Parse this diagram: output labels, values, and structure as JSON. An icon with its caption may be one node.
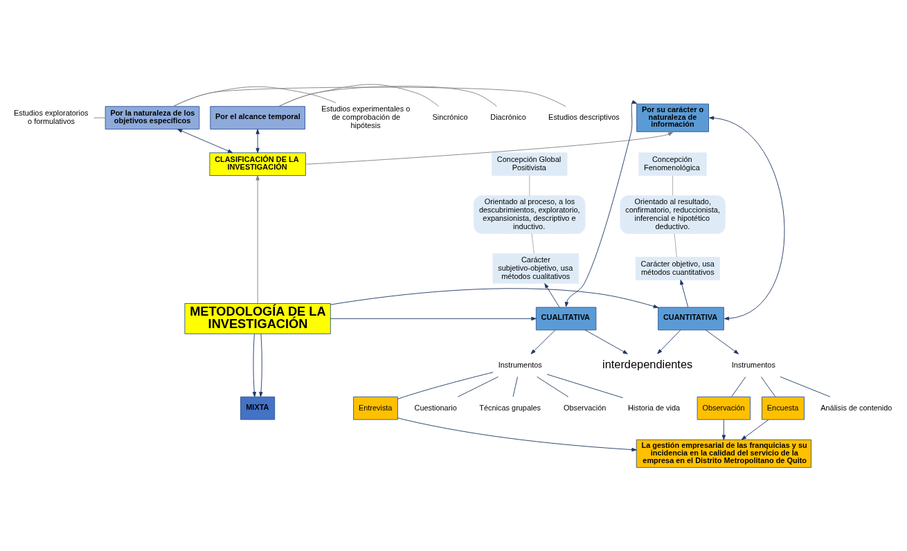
{
  "diagram": {
    "nodes": [
      {
        "text": [
          "Estudios exploratorios o formulativos"
        ]
      },
      {
        "text": [
          "Estudios descriptivos"
        ]
      },
      {
        "text": [
          "Estudios experimentales o de comprobación de hipótesis"
        ]
      },
      {
        "text": [
          "Por la naturaleza de los objetivos específicos"
        ]
      },
      {
        "text": [
          "Por el alcance temporal"
        ]
      },
      {
        "text": [
          "Sincrónico"
        ]
      },
      {
        "text": [
          "Diacrónico"
        ]
      },
      {
        "text": [
          "Por su carácter o naturaleza de información"
        ]
      },
      {
        "text": [
          "Concepción Global Positivista"
        ]
      },
      {
        "text": [
          "CLASIFICACIÓN DE LA INVESTIGACIÓN"
        ]
      },
      {
        "text": [
          "Concepción Fenomenológica"
        ]
      },
      {
        "text": [
          "Orientado al proceso, a los descubrimientos, exploratorio, expansionista, descriptivo e inductivo."
        ]
      },
      {
        "text": [
          "Orientado al resultado, confirmatorio, reduccionista, inferencial e hipotético deductivo."
        ]
      },
      {
        "text": [
          "Carácter subjetivo-objetivo, usa métodos cualitativos"
        ]
      },
      {
        "text": [
          "Carácter objetivo, usa métodos cuantitativos"
        ]
      },
      {
        "text": [
          "CUALITATIVA"
        ]
      },
      {
        "text": [
          "METODOLOGÍA DE LA INVESTIGACIÓN"
        ]
      },
      {
        "text": [
          "CUANTITATIVA"
        ]
      },
      {
        "text": [
          "Instrumentos"
        ]
      },
      {
        "text": [
          "interdependientes"
        ]
      },
      {
        "text": [
          "Instrumentos"
        ]
      },
      {
        "text": [
          "Observación"
        ]
      },
      {
        "text": [
          "Historia de vida"
        ]
      },
      {
        "text": [
          "Entrevista"
        ]
      },
      {
        "text": [
          "Cuestionario"
        ]
      },
      {
        "text": [
          "Técnicas grupales"
        ]
      },
      {
        "text": [
          "MIXTA"
        ]
      },
      {
        "text": [
          "Observación"
        ]
      },
      {
        "text": [
          "Encuesta"
        ]
      },
      {
        "text": [
          "Análisis de contenido"
        ]
      },
      {
        "text": [
          "La gestión empresarial de las franquicias y su incidencia en la calidad del servicio de la empresa en el Distrito Metropolitano de Quito"
        ]
      }
    ],
    "edges": [
      {
        "from": 3,
        "to": 0,
        "arrow": "none",
        "color": "#7f7f7f"
      },
      {
        "from": 3,
        "to": 1,
        "arrow": "none",
        "color": "#7f7f7f"
      },
      {
        "from": 3,
        "to": 2,
        "arrow": "none",
        "color": "#7f7f7f"
      },
      {
        "from": 4,
        "to": 5,
        "arrow": "none",
        "color": "#7f7f7f"
      },
      {
        "from": 4,
        "to": 6,
        "arrow": "none",
        "color": "#7f7f7f"
      },
      {
        "from": 9,
        "to": 3,
        "arrow": "both"
      },
      {
        "from": 9,
        "to": 4,
        "arrow": "both"
      },
      {
        "from": 9,
        "to": 7,
        "arrow": "to",
        "color": "#7f7f7f"
      },
      {
        "from": 16,
        "to": 9,
        "arrow": "to",
        "color": "#7f7f7f"
      },
      {
        "from": 15,
        "to": 7,
        "arrow": "both"
      },
      {
        "from": 17,
        "to": 7,
        "arrow": "both"
      },
      {
        "from": 8,
        "to": 11,
        "arrow": "none",
        "color": "#a6a6a6"
      },
      {
        "from": 11,
        "to": 13,
        "arrow": "none",
        "color": "#a6a6a6"
      },
      {
        "from": 15,
        "to": 13,
        "arrow": "to"
      },
      {
        "from": 10,
        "to": 12,
        "arrow": "none",
        "color": "#a6a6a6"
      },
      {
        "from": 12,
        "to": 14,
        "arrow": "none",
        "color": "#a6a6a6"
      },
      {
        "from": 17,
        "to": 14,
        "arrow": "to"
      },
      {
        "from": 16,
        "to": 15,
        "arrow": "to"
      },
      {
        "from": 16,
        "to": 17,
        "arrow": "to"
      },
      {
        "from": 15,
        "to": 19,
        "arrow": "to"
      },
      {
        "from": 17,
        "to": 19,
        "arrow": "to"
      },
      {
        "from": 16,
        "to": 26,
        "arrow": "to"
      },
      {
        "from": 16,
        "to": 26,
        "arrow": "to"
      },
      {
        "from": 15,
        "to": 18,
        "arrow": "to"
      },
      {
        "from": 18,
        "to": 21,
        "arrow": "none"
      },
      {
        "from": 18,
        "to": 22,
        "arrow": "none"
      },
      {
        "from": 18,
        "to": 23,
        "arrow": "none"
      },
      {
        "from": 18,
        "to": 24,
        "arrow": "none"
      },
      {
        "from": 18,
        "to": 25,
        "arrow": "none"
      },
      {
        "from": 17,
        "to": 20,
        "arrow": "to"
      },
      {
        "from": 20,
        "to": 27,
        "arrow": "none"
      },
      {
        "from": 20,
        "to": 28,
        "arrow": "none"
      },
      {
        "from": 20,
        "to": 29,
        "arrow": "none"
      },
      {
        "from": 23,
        "to": 30,
        "arrow": "to"
      },
      {
        "from": 27,
        "to": 30,
        "arrow": "to"
      },
      {
        "from": 28,
        "to": 30,
        "arrow": "to"
      }
    ]
  }
}
